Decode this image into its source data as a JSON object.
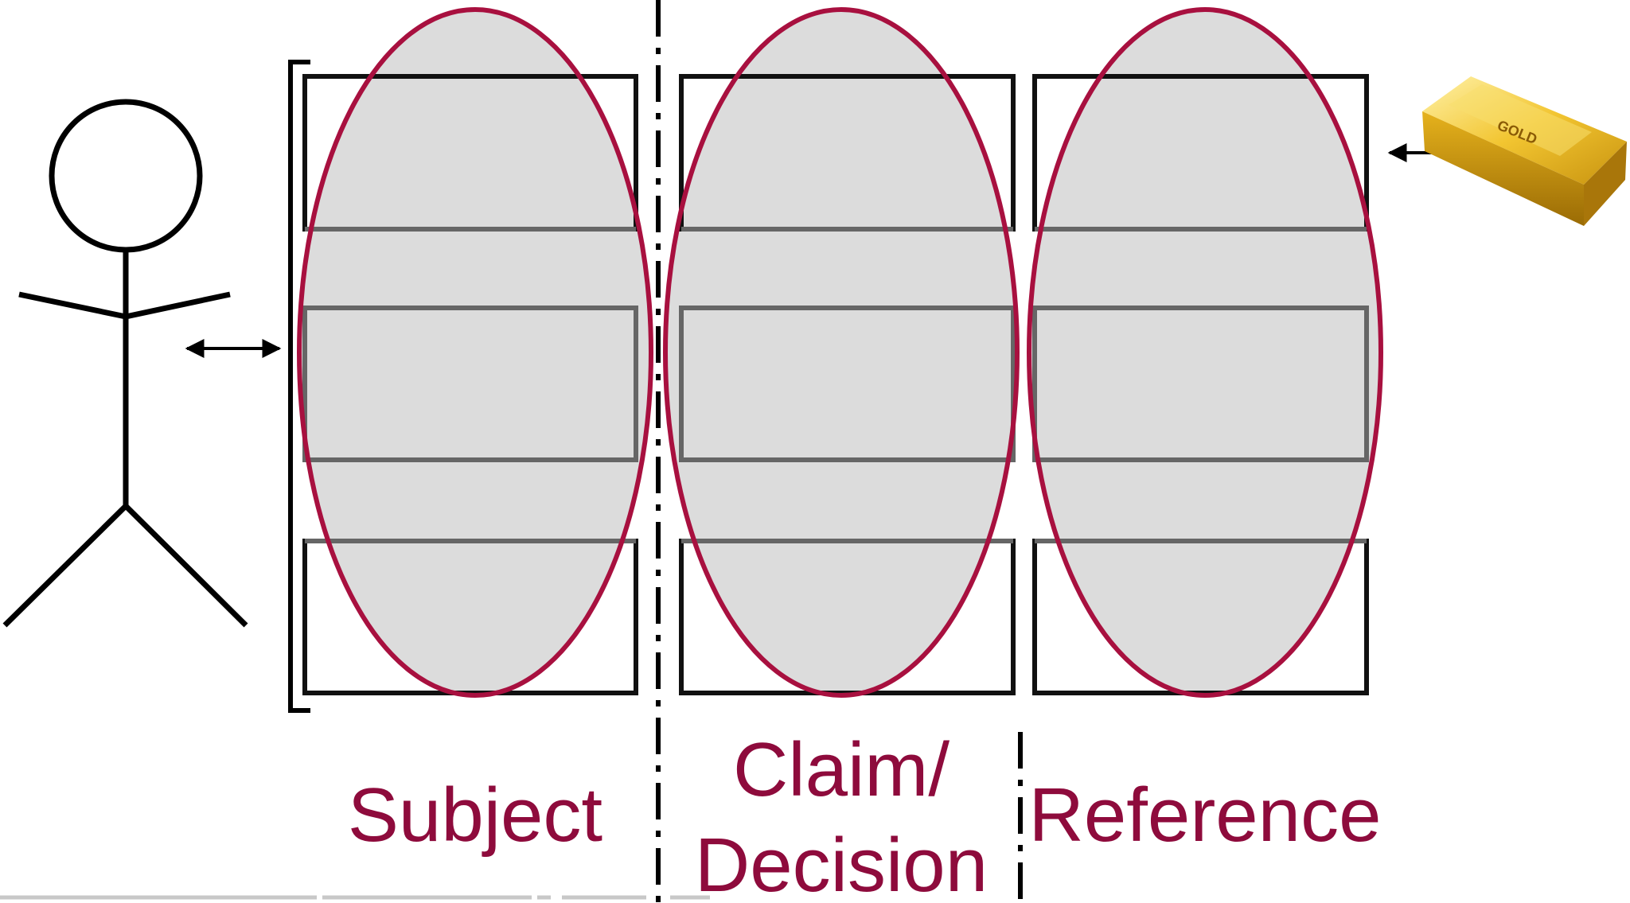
{
  "labels": {
    "subject": "Subject",
    "claim_line1": "Claim/",
    "claim_line2": "Decision",
    "reference": "Reference"
  },
  "gold_bar": {
    "stamp_text": "GOLD"
  },
  "colors": {
    "label_color": "#8e0b3c",
    "ellipse_stroke": "#a8103f",
    "ellipse_fill": "#dcdcdc",
    "box_stroke": "#111111",
    "middle_box_stroke": "#666666",
    "gold_light": "#f7d64a",
    "gold_dark": "#b8860b"
  },
  "icons": [
    "stick-figure-icon",
    "gold-bar-icon",
    "double-arrow-icon"
  ]
}
